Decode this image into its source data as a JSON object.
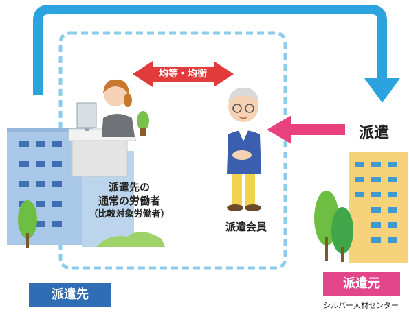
{
  "header_label": "均等・均衡",
  "worker_label": {
    "line1": "派遣先の",
    "line2": "通常の労働者",
    "line3": "（比較対象労働者）"
  },
  "member_label": "派遣会員",
  "dispatch_label": "派遣",
  "source_badge": "派遣元",
  "source_caption": "シルバー人材センター",
  "dest_badge": "派遣先",
  "colors": {
    "blue_arrow": "#2aa3df",
    "dashed_frame": "#8ccbeb",
    "red_arrow": "#e23b3b",
    "pink_arrow": "#e8417e",
    "dest_badge_bg": "#2f6db5",
    "source_badge_bg": "#e2458a"
  }
}
